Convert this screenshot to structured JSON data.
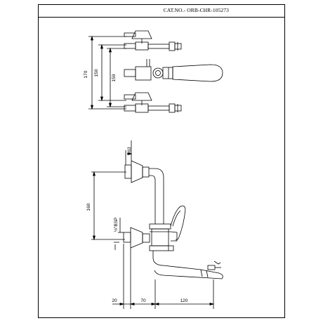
{
  "header": {
    "catalog_number": "CAT.NO.- ORB-CHR-105273"
  },
  "top_view": {
    "dims": {
      "outer_height": "170",
      "inner_height_left": "150",
      "inner_height_right": "150"
    }
  },
  "side_view": {
    "dims": {
      "diameter": "ø63",
      "vertical_height": "160",
      "thread": "½\"BSP",
      "wall_offset": "20",
      "body_to_spout": "70",
      "spout_length": "120"
    }
  }
}
